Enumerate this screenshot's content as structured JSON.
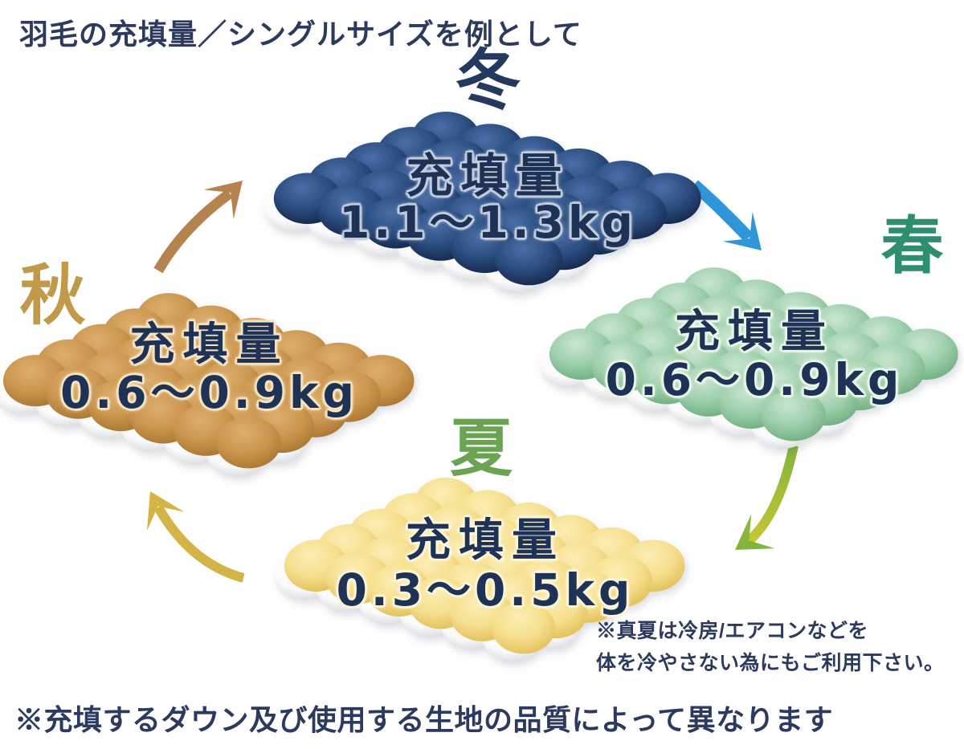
{
  "title": "羽毛の充填量／シングルサイズを例として",
  "seasons": [
    {
      "id": "winter",
      "label": "冬",
      "label_color": "#24395e",
      "fill_label": "充填量",
      "fill_value": "1.1〜1.3kg",
      "duvet": {
        "light": "#4a6ea6",
        "main": "#2b4d80",
        "dark": "#16294e",
        "outline": "#c3cdde"
      }
    },
    {
      "id": "spring",
      "label": "春",
      "label_color": "#2e8f6e",
      "fill_label": "充填量",
      "fill_value": "0.6〜0.9kg",
      "duvet": {
        "light": "#c9e6d0",
        "main": "#9dcfaa",
        "dark": "#72b082",
        "outline": "#eaf6ea"
      }
    },
    {
      "id": "summer",
      "label": "夏",
      "label_color": "#6aa351",
      "fill_label": "充填量",
      "fill_value": "0.3〜0.5kg",
      "duvet": {
        "light": "#fbeeb4",
        "main": "#f6df8e",
        "dark": "#e3c15c",
        "outline": "#fdf5d8"
      }
    },
    {
      "id": "autumn",
      "label": "秋",
      "label_color": "#c09a48",
      "fill_label": "充填量",
      "fill_value": "0.6〜0.9kg",
      "duvet": {
        "light": "#ddaf6e",
        "main": "#cb964f",
        "dark": "#ab7834",
        "outline": "#f5e3c2"
      }
    }
  ],
  "arrows": {
    "autumn_to_winter": {
      "name": "arrow-autumn-to-winter-icon",
      "color": "#b5834e"
    },
    "winter_to_spring": {
      "name": "arrow-winter-to-spring-icon",
      "color": "#2f97d9"
    },
    "spring_to_summer": {
      "name": "arrow-spring-to-summer-icon",
      "color_start": "#84b43d",
      "color_end": "#d1c930"
    },
    "summer_to_autumn": {
      "name": "arrow-summer-to-autumn-icon",
      "color": "#d4b347"
    }
  },
  "notes": {
    "summer_note_line1": "※真夏は冷房/エアコンなどを",
    "summer_note_line2": "体を冷やさない為にもご利用下さい。",
    "bottom_note": "※充填するダウン及び使用する生地の品質によって異なります"
  },
  "colors": {
    "background": "#ffffff",
    "text": "#2b3a5e",
    "value_text": "#1e3255"
  }
}
